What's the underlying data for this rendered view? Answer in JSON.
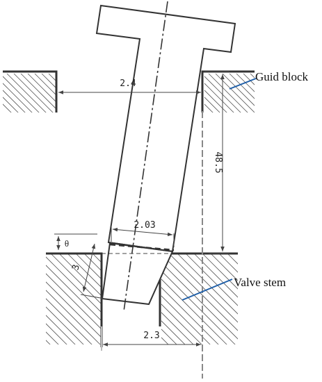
{
  "labels": {
    "guide_block": "Guid block",
    "valve_stem": "Valve stem"
  },
  "dimensions": {
    "top_gap": "2.4",
    "height": "48.5",
    "contact_width": "2.03",
    "hole_depth": "3",
    "bottom_gap": "2.3",
    "angle": "θ"
  },
  "colors": {
    "outline": "#333333",
    "leader": "#1f5fa8",
    "dim": "#444444",
    "contact": "#c8c8c8"
  }
}
